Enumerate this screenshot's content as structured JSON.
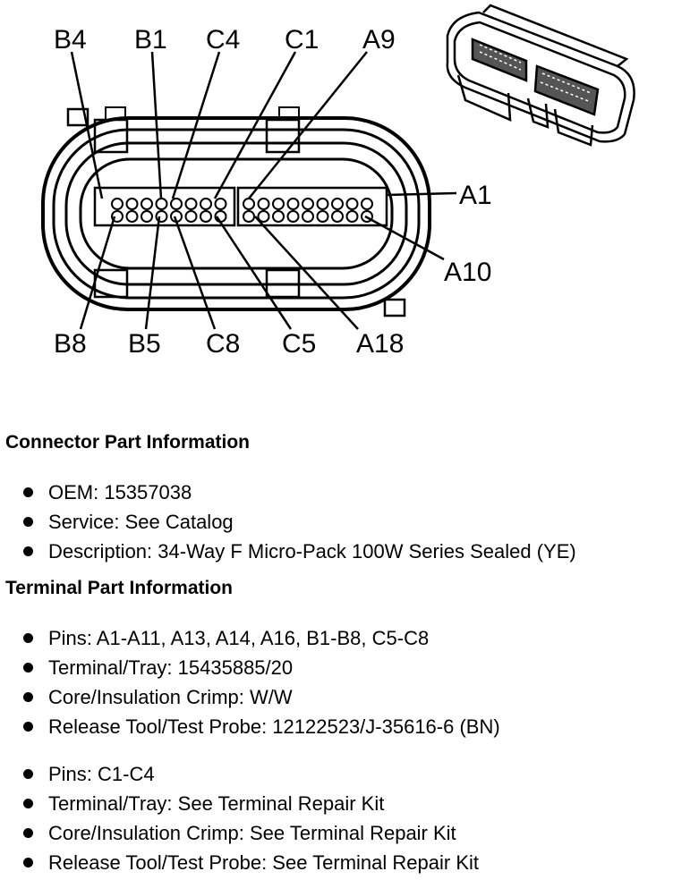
{
  "diagram": {
    "top_labels": [
      "B4",
      "B1",
      "C4",
      "C1",
      "A9"
    ],
    "right_labels": [
      "A1",
      "A10"
    ],
    "bottom_labels": [
      "B8",
      "B5",
      "C8",
      "C5",
      "A18"
    ]
  },
  "connector_info": {
    "heading": "Connector Part Information",
    "items": [
      "OEM: 15357038",
      "Service: See Catalog",
      "Description: 34-Way F Micro-Pack 100W Series Sealed (YE)"
    ]
  },
  "terminal_info": {
    "heading": "Terminal Part Information",
    "group1": [
      "Pins: A1-A11, A13, A14, A16, B1-B8, C5-C8",
      "Terminal/Tray: 15435885/20",
      "Core/Insulation Crimp: W/W",
      "Release Tool/Test Probe: 12122523/J-35616-6 (BN)"
    ],
    "group2": [
      "Pins: C1-C4",
      "Terminal/Tray: See Terminal Repair Kit",
      "Core/Insulation Crimp: See Terminal Repair Kit",
      "Release Tool/Test Probe: See Terminal Repair Kit"
    ]
  }
}
